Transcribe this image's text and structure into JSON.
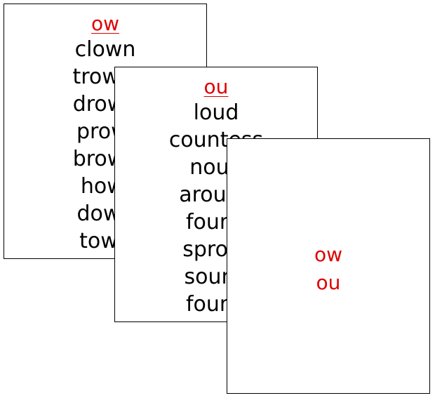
{
  "cards": [
    {
      "heading": "ow",
      "words": [
        "clown",
        "trowel",
        "drown",
        "prowl",
        "brown",
        "howl",
        "down",
        "town"
      ]
    },
    {
      "heading": "ou",
      "words": [
        "loud",
        "countess",
        "noun",
        "around",
        "found",
        "sprout",
        "sound",
        "found"
      ]
    },
    {
      "labels": [
        "ow",
        "ou"
      ]
    }
  ],
  "colors": {
    "heading": "#e00000",
    "text": "#000000",
    "border": "#000000"
  }
}
